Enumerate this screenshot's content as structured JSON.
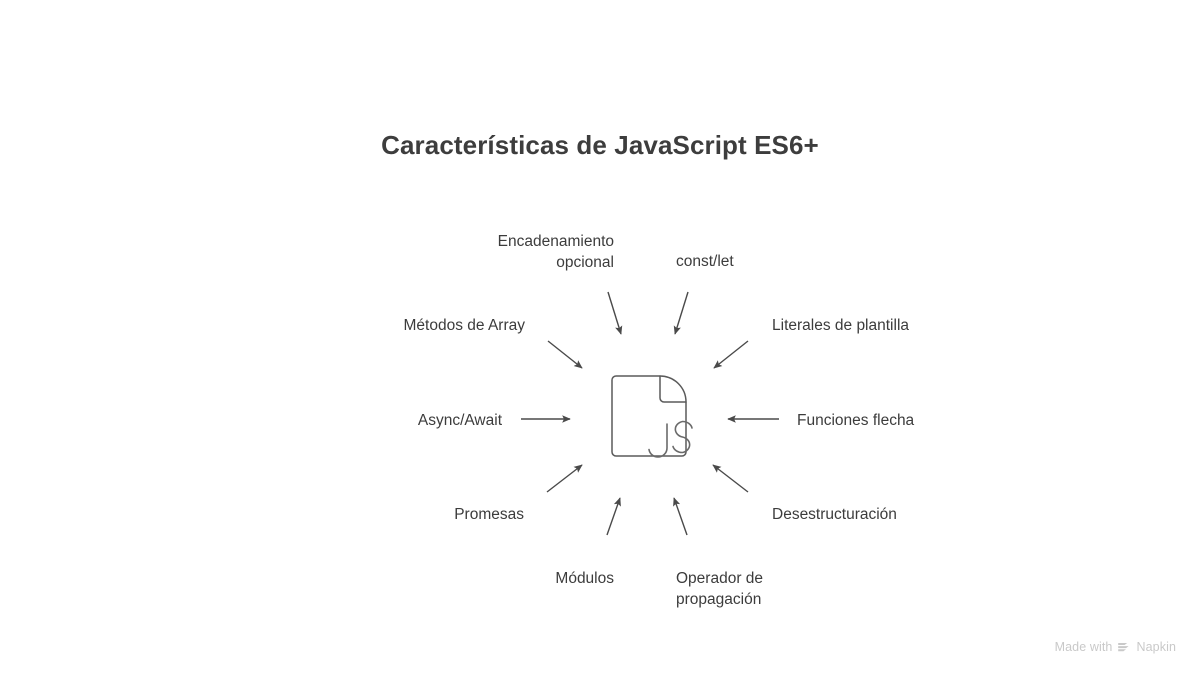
{
  "title": "Características de JavaScript ES6+",
  "theme": {
    "background": "#ffffff",
    "text_color": "#3c3c3c",
    "title_color": "#3d3d3d",
    "line_color": "#4a4a4a",
    "icon_color": "#5a5a5a",
    "watermark_color": "#c9c9c9"
  },
  "center": {
    "icon_name": "js-file-icon",
    "icon_text": "JS"
  },
  "nodes": [
    {
      "id": "encadenamiento",
      "label": "Encadenamiento\nopcional",
      "align": "right",
      "arrow": "down-left-diagonal"
    },
    {
      "id": "const-let",
      "label": "const/let",
      "align": "left",
      "arrow": "down-right-diagonal"
    },
    {
      "id": "metodos-array",
      "label": "Métodos de Array",
      "align": "right",
      "arrow": "down-right-diagonal"
    },
    {
      "id": "literales",
      "label": "Literales de plantilla",
      "align": "left",
      "arrow": "down-left-diagonal"
    },
    {
      "id": "async-await",
      "label": "Async/Await",
      "align": "right",
      "arrow": "right"
    },
    {
      "id": "funciones-flecha",
      "label": "Funciones flecha",
      "align": "left",
      "arrow": "left"
    },
    {
      "id": "promesas",
      "label": "Promesas",
      "align": "right",
      "arrow": "up-right-diagonal"
    },
    {
      "id": "desestructuracion",
      "label": "Desestructuración",
      "align": "left",
      "arrow": "up-left-diagonal"
    },
    {
      "id": "modulos",
      "label": "Módulos",
      "align": "right",
      "arrow": "up-right-diagonal"
    },
    {
      "id": "operador",
      "label": "Operador de\npropagación",
      "align": "left",
      "arrow": "up-left-diagonal"
    }
  ],
  "watermark": {
    "text_prefix": "Made with",
    "brand": "Napkin",
    "logo_name": "napkin-logo"
  }
}
